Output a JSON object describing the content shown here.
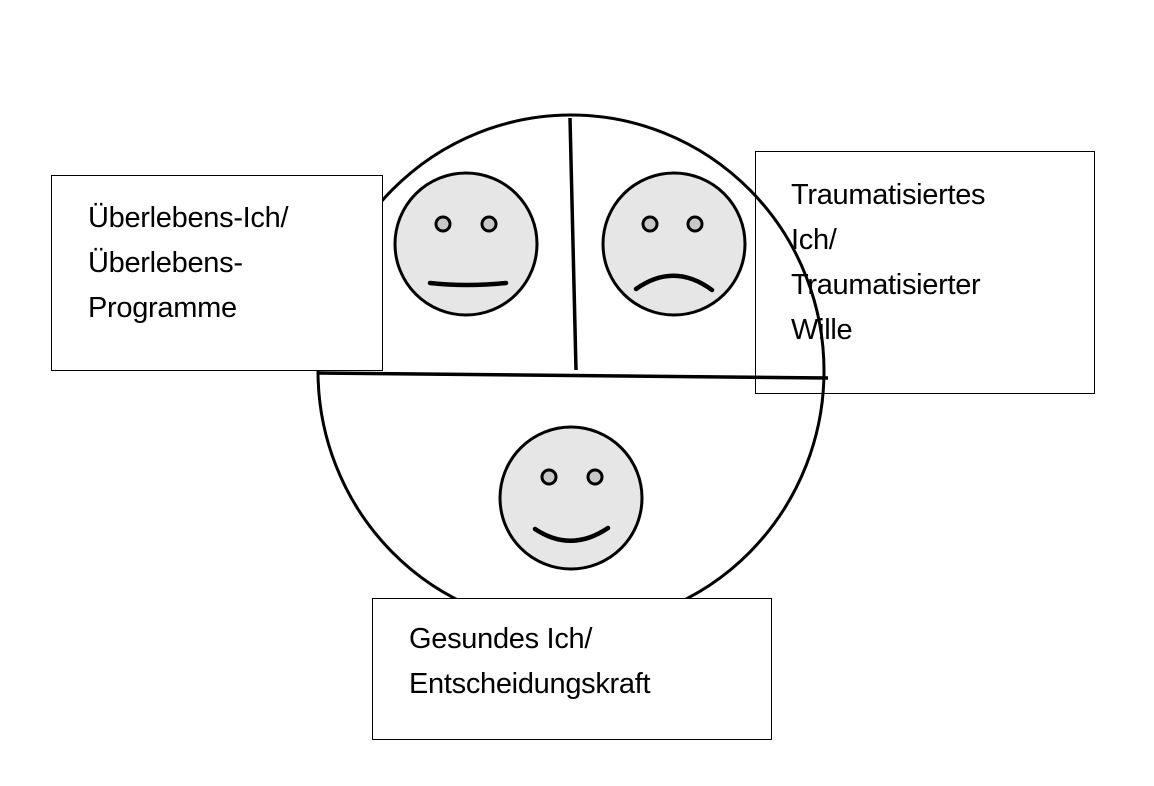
{
  "colors": {
    "stroke": "#000000",
    "face_fill": "#e6e6e6",
    "background": "#ffffff"
  },
  "labels": {
    "survival": {
      "lines": [
        "Überlebens-Ich/",
        "Überlebens-",
        "Programme"
      ]
    },
    "trauma": {
      "lines": [
        "Traumatisiertes",
        "Ich/",
        "Traumatisierter",
        "Wille"
      ]
    },
    "healthy": {
      "lines": [
        "Gesundes Ich/",
        "Entscheidungskraft"
      ]
    }
  },
  "faces": {
    "survival": {
      "expression": "neutral"
    },
    "trauma": {
      "expression": "sad"
    },
    "healthy": {
      "expression": "happy"
    }
  }
}
